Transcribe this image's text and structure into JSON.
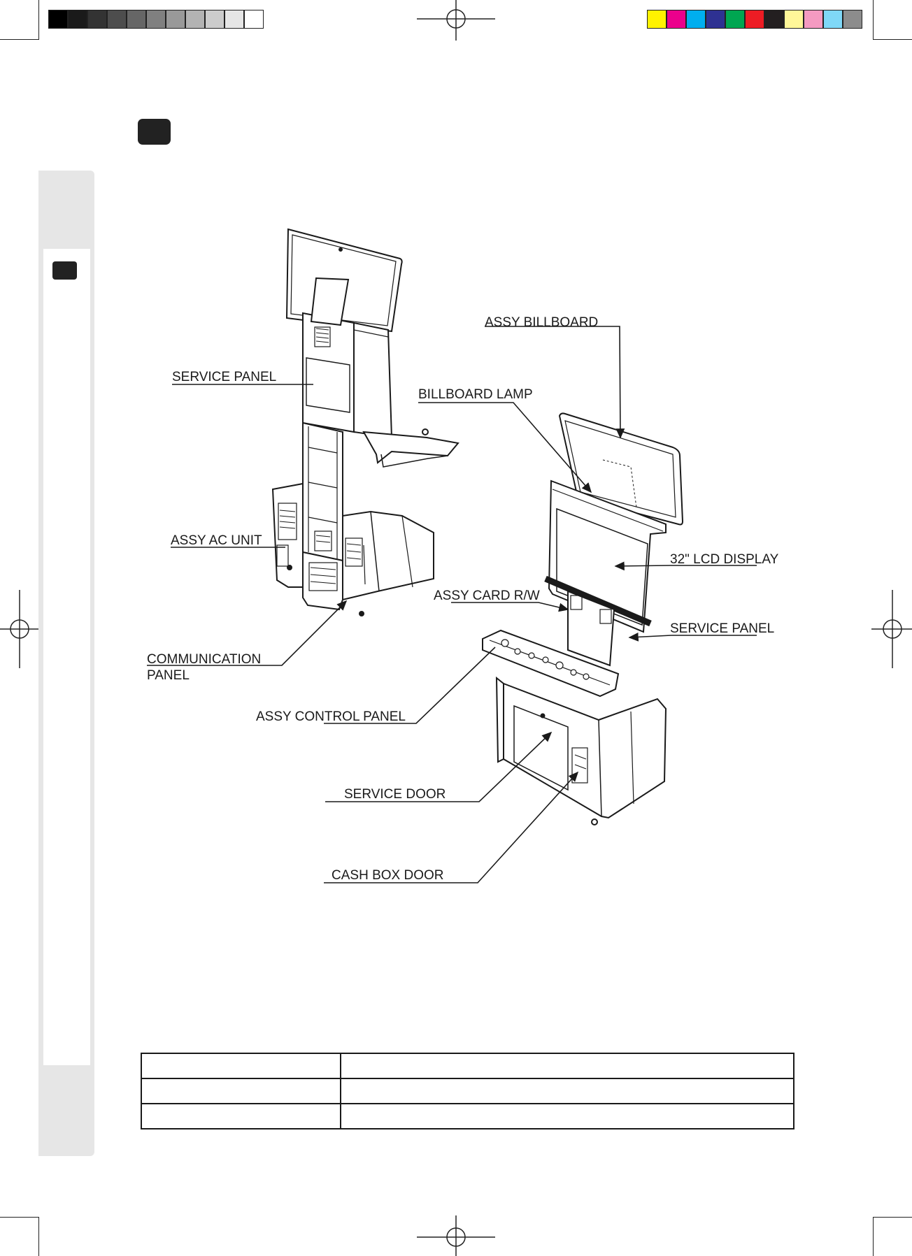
{
  "print_marks": {
    "grayscale_swatches": [
      "#000000",
      "#1a1a1a",
      "#333333",
      "#4d4d4d",
      "#666666",
      "#808080",
      "#999999",
      "#b3b3b3",
      "#cccccc",
      "#e6e6e6",
      "#ffffff"
    ],
    "color_swatches": [
      "#fff200",
      "#ec008c",
      "#00aeef",
      "#2e3192",
      "#00a651",
      "#ed1c24",
      "#231f20",
      "#fff799",
      "#f49ac1",
      "#7fd8f7",
      "#8c8c8c"
    ]
  },
  "figure": {
    "labels": {
      "service_panel_rear": "SERVICE PANEL",
      "assy_ac_unit": "ASSY AC UNIT",
      "communication_panel_line1": "COMMUNICATION",
      "communication_panel_line2": "PANEL",
      "assy_billboard": "ASSY BILLBOARD",
      "billboard_lamp": "BILLBOARD LAMP",
      "lcd_display": "32\" LCD DISPLAY",
      "assy_card_rw": "ASSY CARD R/W",
      "service_panel_front": "SERVICE PANEL",
      "assy_control_panel": "ASSY CONTROL PANEL",
      "service_door": "SERVICE DOOR",
      "cash_box_door": "CASH BOX DOOR"
    }
  },
  "spec_table": {
    "rows": [
      [
        "",
        ""
      ],
      [
        "",
        ""
      ],
      [
        "",
        ""
      ]
    ]
  }
}
